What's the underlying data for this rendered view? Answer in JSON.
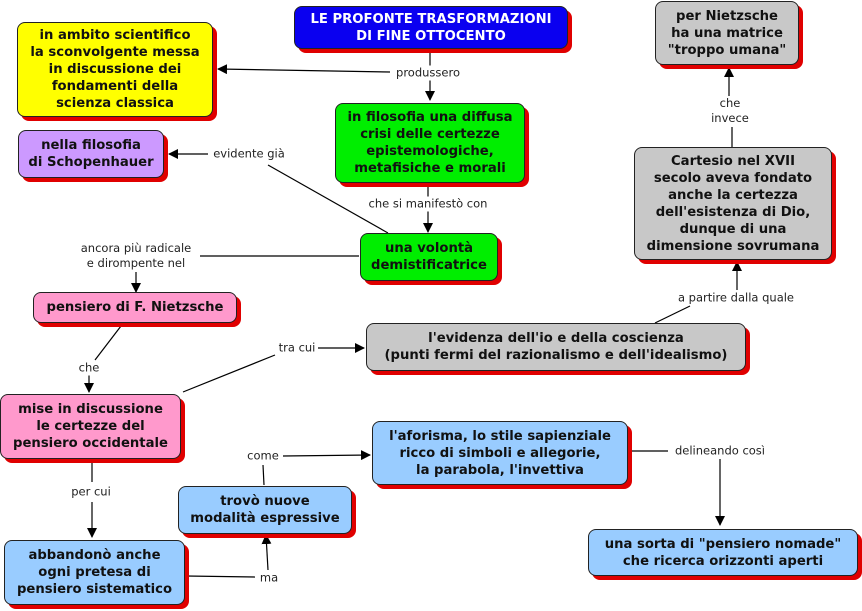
{
  "colors": {
    "title_fill": "#0a00f0",
    "yellow": "#ffff00",
    "green": "#00ee00",
    "purple": "#cc99ff",
    "grey": "#c8c8c8",
    "pink": "#ff99cc",
    "light_blue": "#99ccff",
    "shadow": "#e00000"
  },
  "nodes": {
    "title": "LE PROFONTE TRASFORMAZIONI\nDI FINE OTTOCENTO",
    "scientific": "in ambito scientifico\nla sconvolgente messa\nin discussione dei\nfondamenti della\nscienza classica",
    "philosophy_crisis": "in filosofia una diffusa\ncrisi delle certezze\nepistemologiche,\nmetafisiche e morali",
    "schopenhauer": "nella filosofia\ndi Schopenhauer",
    "volonta": "una volontà\ndemistificatrice",
    "nietzsche_matrix": "per Nietzsche\nha una matrice\n\"troppo umana\"",
    "cartesio": "Cartesio nel XVII\nsecolo aveva fondato\nanche la certezza\ndell'esistenza di Dio,\ndunque di una\ndimensione sovrumana",
    "nietzsche_thought": "pensiero di F. Nietzsche",
    "evidenza": "l'evidenza dell'io e della coscienza\n(punti fermi del razionalismo e dell'idealismo)",
    "mise_in_discussione": "mise in discussione\nle certezze del\npensiero occidentale",
    "aforisma": "l'aforisma, lo stile sapienziale\nricco di simboli e allegorie,\nla parabola, l'invettiva",
    "nuove_modalita": "trovò nuove\nmodalità espressive",
    "abbandono": "abbandonò anche\nogni pretesa di\npensiero sistematico",
    "pensiero_nomade": "una sorta di \"pensiero nomade\"\nche ricerca orizzonti aperti"
  },
  "links": {
    "produssero": "produssero",
    "evidente_gia": "evidente già",
    "che_si_manifesto": "che si manifestò con",
    "ancora_piu": "ancora più radicale\ne dirompente nel",
    "che_invece": "che\ninvece",
    "a_partire": "a partire dalla quale",
    "che": "che",
    "tra_cui": "tra cui",
    "per_cui": "per cui",
    "come": "come",
    "delineando": "delineando così",
    "ma": "ma"
  }
}
